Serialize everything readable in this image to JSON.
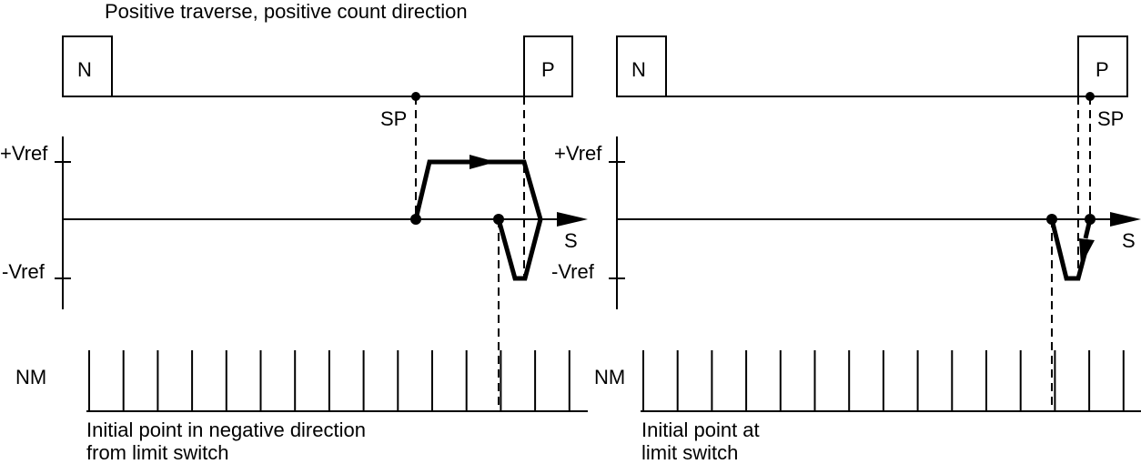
{
  "title": "Positive traverse, positive count direction",
  "left": {
    "n_label": "N",
    "p_label": "P",
    "sp_label": "SP",
    "pos_vref": "+Vref",
    "neg_vref": "-Vref",
    "axis_label": "S",
    "nm_label": "NM",
    "caption_line1": "Initial point in negative direction",
    "caption_line2": "from limit switch"
  },
  "right": {
    "n_label": "N",
    "p_label": "P",
    "sp_label": "SP",
    "pos_vref": "+Vref",
    "neg_vref": "-Vref",
    "axis_label": "S",
    "nm_label": "NM",
    "caption_line1": "Initial point at",
    "caption_line2": "limit switch"
  }
}
